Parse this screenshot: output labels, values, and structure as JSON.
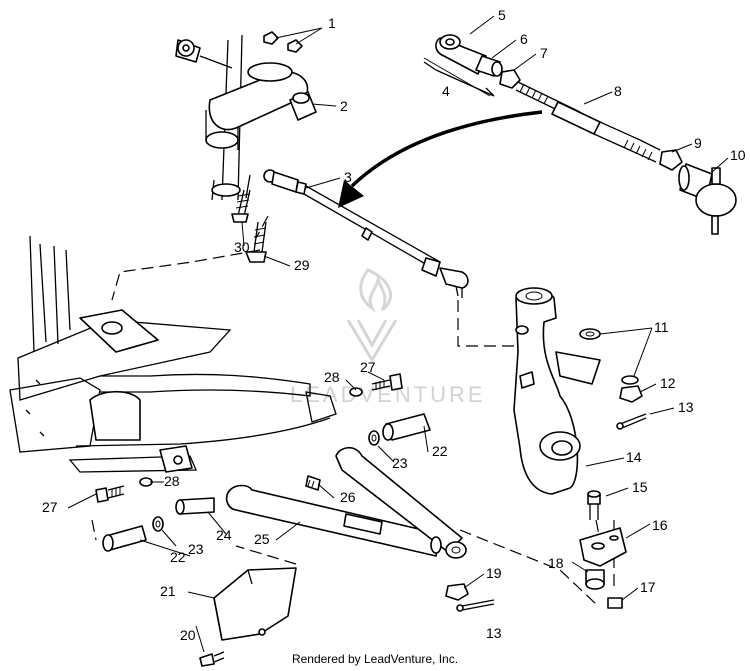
{
  "callouts": [
    "1",
    "2",
    "3",
    "4",
    "5",
    "6",
    "7",
    "8",
    "9",
    "10",
    "11",
    "12",
    "13",
    "14",
    "15",
    "16",
    "17",
    "18",
    "19",
    "20",
    "21",
    "22",
    "23",
    "24",
    "25",
    "26",
    "27",
    "28",
    "29",
    "30"
  ],
  "watermark": "LEADVENTURE",
  "footer": "Rendered by LeadVenture, Inc."
}
